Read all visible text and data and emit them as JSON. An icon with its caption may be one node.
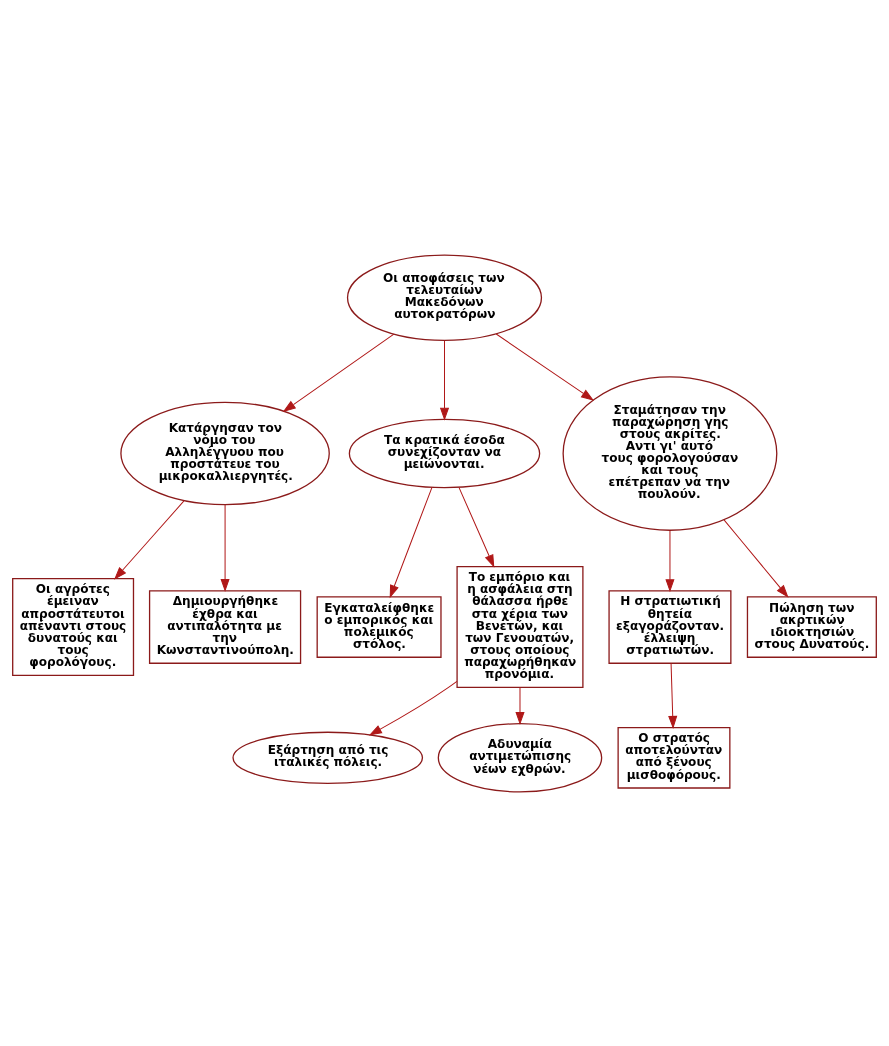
{
  "diagram": {
    "nodes": [
      {
        "text": [
          "Η στρατιωτική θητεία εξαγοράζονταν. έλλειψη στρατιωτών."
        ]
      },
      {
        "text": [
          "Ο στρατός αποτελούνταν από ξένους μισθοφόρους."
        ]
      },
      {
        "text": [
          "Οι αγρότες έμειναν απροστάτευτοι απέναντι στους δυνατούς και τους φορολόγους."
        ]
      },
      {
        "text": [
          "Σταμάτησαν την παραχώρηση γης στους ακρίτες. Αντι γι' αυτό τους φορολογούσαν και τους επέτρεπαν να την πουλούν."
        ]
      },
      {
        "text": [
          "Πώληση των ακρτικών ιδιοκτησιών στους Δυνατούς."
        ]
      },
      {
        "text": [
          "Κατάργησαν τον νόμο του Αλληλέγγυου που προστάτευε του μικροκαλλιεργητές."
        ]
      },
      {
        "text": [
          "Δημιουργήθηκε έχθρα και αντιπαλότητα με την Κωνσταντινούπολη."
        ]
      },
      {
        "text": [
          "Οι αποφάσεις των τελευταίων Μακεδόνων αυτοκρατόρων"
        ]
      },
      {
        "text": [
          "Τα κρατικά έσοδα συνεχίζονταν να μειώνονται."
        ]
      },
      {
        "text": [
          "Το εμπόριο και η ασφάλεια στη θάλασσα ήρθε στα χέρια των Βενετών, και των Γενουατών, στους οποίους παραχωρήθηκαν προνόμια."
        ]
      },
      {
        "text": [
          "Εγκαταλείφθηκε ο εμπορικός και πολεμικός στόλος."
        ]
      },
      {
        "text": [
          "Αδυναμία αντιμετώπισης νέων εχθρών."
        ]
      },
      {
        "text": [
          "Εξάρτηση από τις ιταλικές πόλεις."
        ]
      }
    ],
    "edges": [
      {
        "from": 7,
        "to": 5,
        "arrow": "to"
      },
      {
        "from": 7,
        "to": 3,
        "arrow": "to"
      },
      {
        "from": 7,
        "to": 8,
        "arrow": "to"
      },
      {
        "from": 5,
        "to": 2,
        "arrow": "to"
      },
      {
        "from": 5,
        "to": 6,
        "arrow": "to"
      },
      {
        "from": 3,
        "to": 0,
        "arrow": "to"
      },
      {
        "from": 3,
        "to": 4,
        "arrow": "to"
      },
      {
        "from": 0,
        "to": 1,
        "arrow": "to"
      },
      {
        "from": 8,
        "to": 10,
        "arrow": "to"
      },
      {
        "from": 8,
        "to": 9,
        "arrow": "to"
      },
      {
        "from": 9,
        "to": 12,
        "arrow": "to"
      },
      {
        "from": 9,
        "to": 11,
        "arrow": "to"
      }
    ]
  }
}
